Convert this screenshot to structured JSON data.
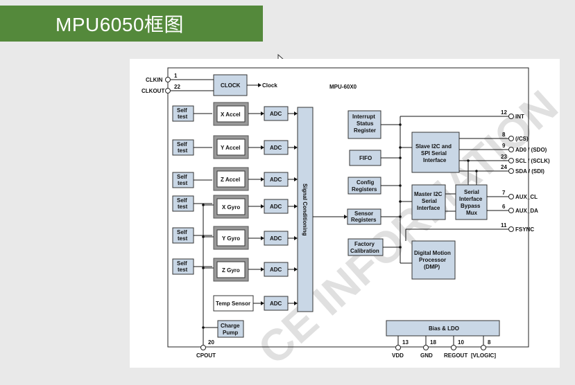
{
  "slide": {
    "title": "MPU6050框图"
  },
  "diagram": {
    "chip_name": "MPU-60X0",
    "clock_block": "CLOCK",
    "clock_out": "Clock",
    "self_test": [
      "Self",
      "test"
    ],
    "sensors": [
      "X Accel",
      "Y Accel",
      "Z Accel",
      "X Gyro",
      "Y Gyro",
      "Z Gyro"
    ],
    "temp_sensor": "Temp Sensor",
    "adc": "ADC",
    "signal_conditioning": "Signal Conditioning",
    "charge_pump": [
      "Charge",
      "Pump"
    ],
    "interrupt_status": [
      "Interrupt",
      "Status",
      "Register"
    ],
    "fifo": "FIFO",
    "config_registers": [
      "Config",
      "Registers"
    ],
    "sensor_registers": [
      "Sensor",
      "Registers"
    ],
    "factory_calibration": [
      "Factory",
      "Calibration"
    ],
    "slave_i2c": [
      "Slave I2C and",
      "SPI Serial",
      "Interface"
    ],
    "master_i2c": [
      "Master I2C",
      "Serial",
      "Interface"
    ],
    "serial_bypass": [
      "Serial",
      "Interface",
      "Bypass",
      "Mux"
    ],
    "dmp": [
      "Digital Motion",
      "Processor",
      "(DMP)"
    ],
    "bias_ldo": "Bias & LDO",
    "watermark": "CE INFORMATION",
    "pins": {
      "clkin": "CLKIN",
      "clkin_num": "1",
      "clkout": "CLKOUT",
      "clkout_num": "22",
      "cpout": "CPOUT",
      "cpout_num": "20",
      "int": "INT",
      "int_num": "12",
      "cs": "(/CS)",
      "cs_num": "8",
      "ad0": "AD0 / (SDO)",
      "ad0_num": "9",
      "scl": "SCL / (SCLK)",
      "scl_num": "23",
      "sda": "SDA / (SDI)",
      "sda_num": "24",
      "aux_cl": "AUX_CL",
      "aux_cl_num": "7",
      "aux_da": "AUX_DA",
      "aux_da_num": "6",
      "fsync": "FSYNC",
      "fsync_num": "11",
      "vdd": "VDD",
      "vdd_num": "13",
      "gnd": "GND",
      "gnd_num": "18",
      "regout": "REGOUT",
      "regout_num": "10",
      "vlogic": "[VLOGIC]",
      "vlogic_num": "8"
    }
  }
}
